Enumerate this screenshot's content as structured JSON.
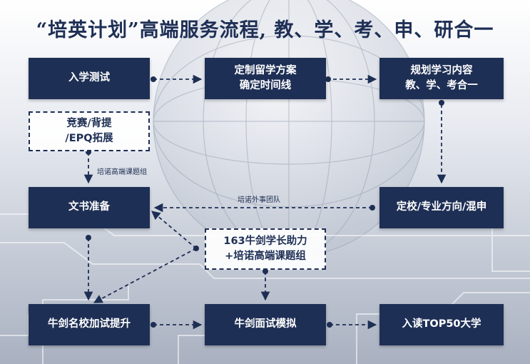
{
  "title": "“培英计划”高端服务流程, 教、学、考、申、研合一",
  "boxes": {
    "entrance_test": "入学测试",
    "custom_plan_l1": "定制留学方案",
    "custom_plan_l2": "确定时间线",
    "study_plan_l1": "规划学习内容",
    "study_plan_l2": "教、学、考合一",
    "competition_l1": "竞赛/背提",
    "competition_l2": "/EPQ拓展",
    "documents": "文书准备",
    "school_choice": "定校/专业方向/混申",
    "mentor_l1": "163牛剑学长助力",
    "mentor_l2": "+培诺高端课题组",
    "oxbridge_test": "牛剑名校加试提升",
    "oxbridge_interview": "牛剑面试模拟",
    "admission": "入读TOP50大学"
  },
  "labels": {
    "research_group": "培诺高端课题组",
    "external_team": "培诺外事团队"
  },
  "colors": {
    "navy": "#1e2f55",
    "background": "#eef0f4"
  }
}
